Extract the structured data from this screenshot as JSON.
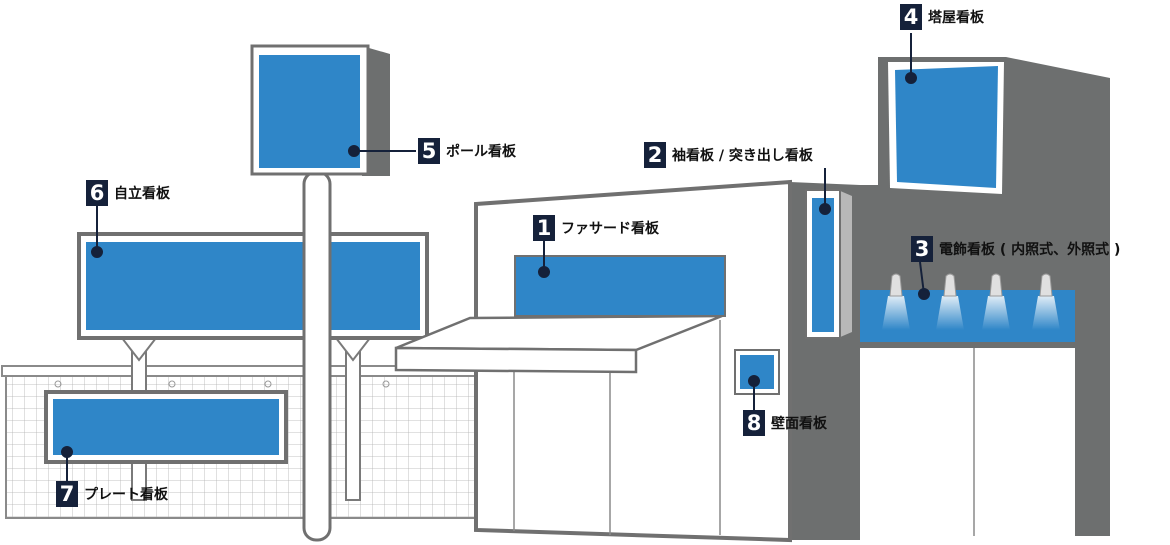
{
  "callouts": [
    {
      "num": "1",
      "label": "ファサード看板"
    },
    {
      "num": "2",
      "label": "袖看板 / 突き出し看板"
    },
    {
      "num": "3",
      "label": "電飾看板 ( 内照式、外照式 )"
    },
    {
      "num": "4",
      "label": "塔屋看板"
    },
    {
      "num": "5",
      "label": "ポール看板"
    },
    {
      "num": "6",
      "label": "自立看板"
    },
    {
      "num": "7",
      "label": "プレート看板"
    },
    {
      "num": "8",
      "label": "壁面看板"
    }
  ],
  "colors": {
    "sign_blue": "#2f86c8",
    "building_gray": "#6d6f6f",
    "outline_gray": "#707070",
    "badge_navy": "#15213a",
    "pointer_dot": "#15213a"
  }
}
